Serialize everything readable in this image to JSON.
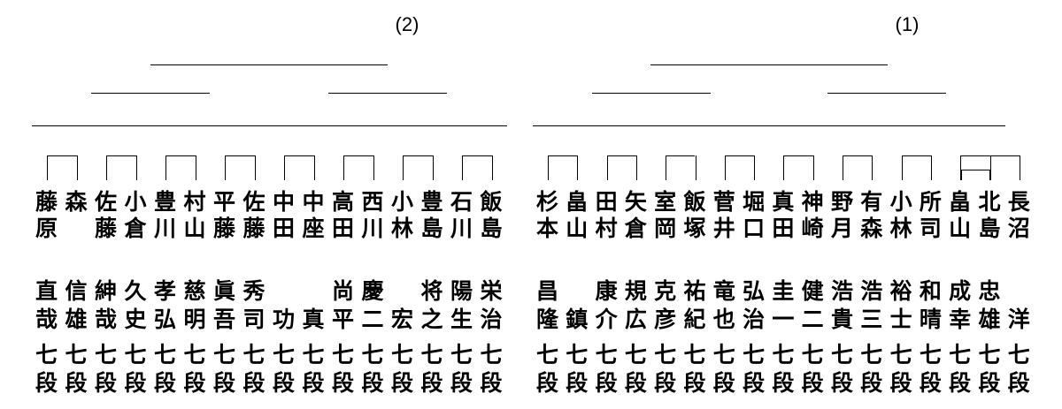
{
  "brackets": [
    {
      "label": "(2)",
      "players": [
        {
          "sur": [
            "藤",
            "原"
          ],
          "given": [
            "直",
            "哉"
          ],
          "rank": [
            "七",
            "段"
          ]
        },
        {
          "sur": [
            "森",
            ""
          ],
          "given": [
            "信",
            "雄"
          ],
          "rank": [
            "七",
            "段"
          ]
        },
        {
          "sur": [
            "佐",
            "藤"
          ],
          "given": [
            "紳",
            "哉"
          ],
          "rank": [
            "七",
            "段"
          ]
        },
        {
          "sur": [
            "小",
            "倉"
          ],
          "given": [
            "久",
            "史"
          ],
          "rank": [
            "七",
            "段"
          ]
        },
        {
          "sur": [
            "豊",
            "川"
          ],
          "given": [
            "孝",
            "弘"
          ],
          "rank": [
            "七",
            "段"
          ]
        },
        {
          "sur": [
            "村",
            "山"
          ],
          "given": [
            "慈",
            "明"
          ],
          "rank": [
            "七",
            "段"
          ]
        },
        {
          "sur": [
            "平",
            "藤"
          ],
          "given": [
            "眞",
            "吾"
          ],
          "rank": [
            "七",
            "段"
          ]
        },
        {
          "sur": [
            "佐",
            "藤"
          ],
          "given": [
            "秀",
            "司"
          ],
          "rank": [
            "七",
            "段"
          ]
        },
        {
          "sur": [
            "中",
            "田"
          ],
          "given": [
            "",
            "功"
          ],
          "rank": [
            "七",
            "段"
          ]
        },
        {
          "sur": [
            "中",
            "座"
          ],
          "given": [
            "",
            "真"
          ],
          "rank": [
            "七",
            "段"
          ]
        },
        {
          "sur": [
            "高",
            "田"
          ],
          "given": [
            "尚",
            "平"
          ],
          "rank": [
            "七",
            "段"
          ]
        },
        {
          "sur": [
            "西",
            "川"
          ],
          "given": [
            "慶",
            "二"
          ],
          "rank": [
            "七",
            "段"
          ]
        },
        {
          "sur": [
            "小",
            "林"
          ],
          "given": [
            "",
            "宏"
          ],
          "rank": [
            "七",
            "段"
          ]
        },
        {
          "sur": [
            "豊",
            "島"
          ],
          "given": [
            "将",
            "之"
          ],
          "rank": [
            "七",
            "段"
          ]
        },
        {
          "sur": [
            "石",
            "川"
          ],
          "given": [
            "陽",
            "生"
          ],
          "rank": [
            "七",
            "段"
          ]
        },
        {
          "sur": [
            "飯",
            "島"
          ],
          "given": [
            "栄",
            "治"
          ],
          "rank": [
            "七",
            "段"
          ]
        }
      ]
    },
    {
      "label": "(1)",
      "players": [
        {
          "sur": [
            "杉",
            "本"
          ],
          "given": [
            "昌",
            "隆"
          ],
          "rank": [
            "七",
            "段"
          ]
        },
        {
          "sur": [
            "畠",
            "山"
          ],
          "given": [
            "",
            "鎮"
          ],
          "rank": [
            "七",
            "段"
          ]
        },
        {
          "sur": [
            "田",
            "村"
          ],
          "given": [
            "康",
            "介"
          ],
          "rank": [
            "七",
            "段"
          ]
        },
        {
          "sur": [
            "矢",
            "倉"
          ],
          "given": [
            "規",
            "広"
          ],
          "rank": [
            "七",
            "段"
          ]
        },
        {
          "sur": [
            "室",
            "岡"
          ],
          "given": [
            "克",
            "彦"
          ],
          "rank": [
            "七",
            "段"
          ]
        },
        {
          "sur": [
            "飯",
            "塚"
          ],
          "given": [
            "祐",
            "紀"
          ],
          "rank": [
            "七",
            "段"
          ]
        },
        {
          "sur": [
            "菅",
            "井"
          ],
          "given": [
            "竜",
            "也"
          ],
          "rank": [
            "七",
            "段"
          ]
        },
        {
          "sur": [
            "堀",
            "口"
          ],
          "given": [
            "弘",
            "治"
          ],
          "rank": [
            "七",
            "段"
          ]
        },
        {
          "sur": [
            "真",
            "田"
          ],
          "given": [
            "圭",
            "一"
          ],
          "rank": [
            "七",
            "段"
          ]
        },
        {
          "sur": [
            "神",
            "崎"
          ],
          "given": [
            "健",
            "二"
          ],
          "rank": [
            "七",
            "段"
          ]
        },
        {
          "sur": [
            "野",
            "月"
          ],
          "given": [
            "浩",
            "貴"
          ],
          "rank": [
            "七",
            "段"
          ]
        },
        {
          "sur": [
            "有",
            "森"
          ],
          "given": [
            "浩",
            "三"
          ],
          "rank": [
            "七",
            "段"
          ]
        },
        {
          "sur": [
            "小",
            "林"
          ],
          "given": [
            "裕",
            "士"
          ],
          "rank": [
            "七",
            "段"
          ]
        },
        {
          "sur": [
            "所",
            "司"
          ],
          "given": [
            "和",
            "晴"
          ],
          "rank": [
            "七",
            "段"
          ]
        },
        {
          "sur": [
            "畠",
            "山"
          ],
          "given": [
            "成",
            "幸"
          ],
          "rank": [
            "七",
            "段"
          ]
        },
        {
          "sur": [
            "北",
            "島"
          ],
          "given": [
            "忠",
            "雄"
          ],
          "rank": [
            "七",
            "段"
          ]
        },
        {
          "sur": [
            "長",
            "沼"
          ],
          "given": [
            "",
            "洋"
          ],
          "rank": [
            "七",
            "段"
          ]
        }
      ]
    }
  ]
}
